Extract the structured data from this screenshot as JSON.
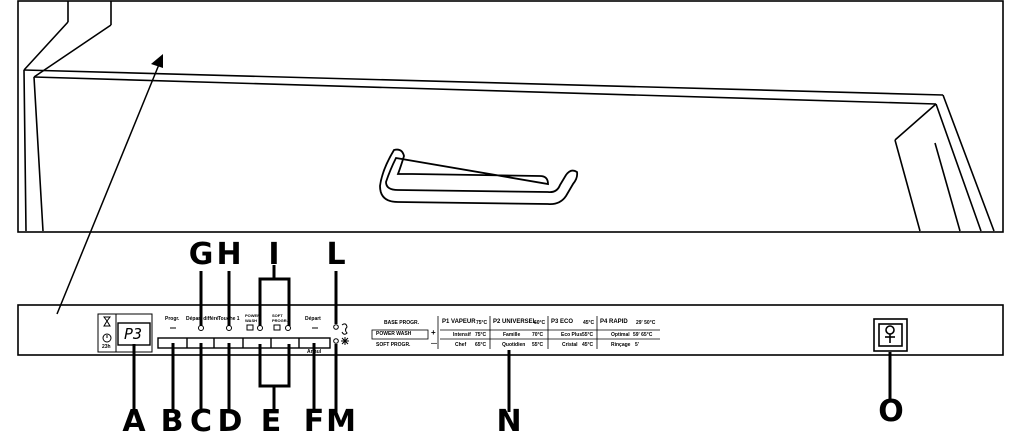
{
  "callouts": {
    "a": "A",
    "b": "B",
    "c": "C",
    "d": "D",
    "e": "E",
    "f": "F",
    "m": "M",
    "g": "G",
    "h": "H",
    "i": "I",
    "l": "L",
    "n": "N",
    "o": "O"
  },
  "panel": {
    "display": "P3",
    "timer_label": "23h",
    "buttons": {
      "prog": "Progr.",
      "delay": "Départ différé",
      "tab": "Touche 1",
      "power_wash": "POWER WASH",
      "soft_prog": "SOFT PROGR.",
      "start": "Départ",
      "cancel": "Annul"
    },
    "program_table": {
      "base_header": "BASE PROGR.",
      "rows": [
        "POWER WASH",
        "SOFT PROGR."
      ],
      "row_symbols": [
        "+",
        "—"
      ],
      "programs": [
        {
          "name": "P1 VAPEUR",
          "temp": "75°C",
          "sub1": "Intensif",
          "sub1_temp": "75°C",
          "sub2": "Chef",
          "sub2_temp": "65°C"
        },
        {
          "name": "P2 UNIVERSEL",
          "temp": "60°C",
          "sub1": "Famille",
          "sub1_temp": "70°C",
          "sub2": "Quotidien",
          "sub2_temp": "55°C"
        },
        {
          "name": "P3 ECO",
          "temp": "45°C",
          "sub1": "Eco Plus",
          "sub1_temp": "55°C",
          "sub2": "Cristal",
          "sub2_temp": "45°C"
        },
        {
          "name": "P4 RAPID",
          "temp": "29' 50°C",
          "sub1": "Optimal",
          "sub1_temp": "59' 65°C",
          "sub2": "Rinçage",
          "sub2_temp": "5'"
        }
      ]
    }
  }
}
